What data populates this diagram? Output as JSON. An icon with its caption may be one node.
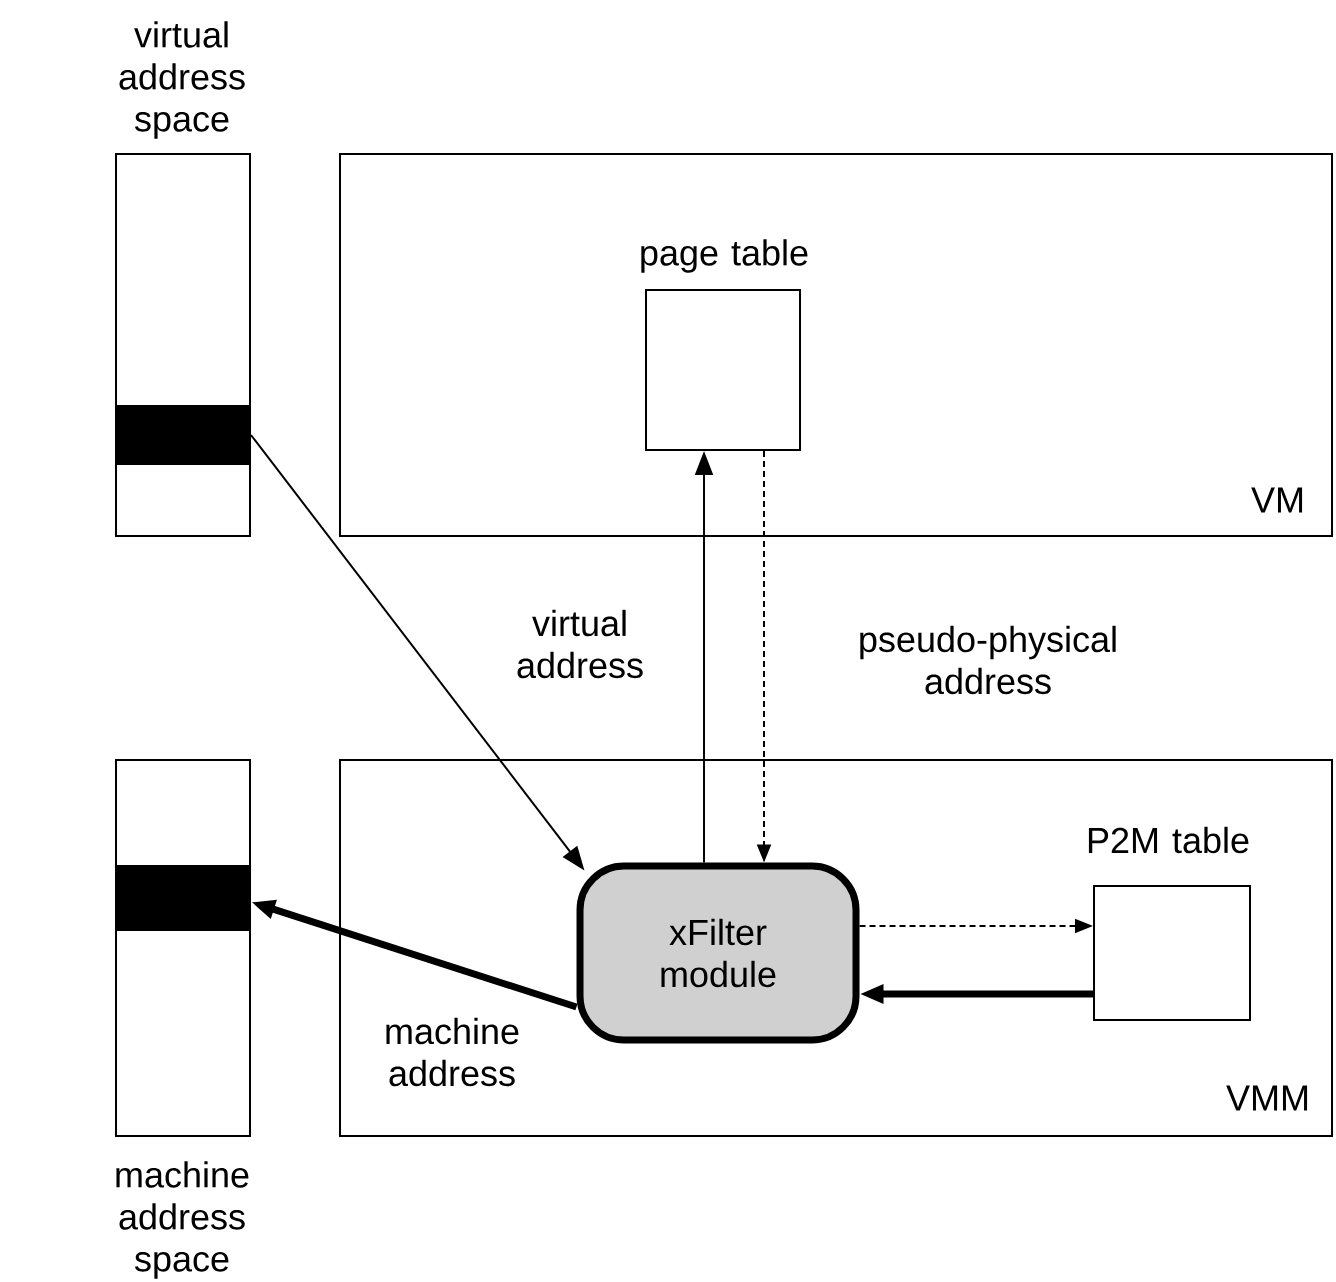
{
  "diagram": {
    "nodes": [
      {
        "text": [
          "virtual address space"
        ]
      },
      {
        "text": [],
        "shape": "bar",
        "in": 0
      },
      {
        "text": [
          "VM"
        ]
      },
      {
        "text": [
          "page table"
        ],
        "in": 2
      },
      {
        "text": [
          "VMM"
        ]
      },
      {
        "text": [
          "xFilter module"
        ],
        "in": 4
      },
      {
        "text": [
          "P2M table"
        ],
        "in": 4
      },
      {
        "text": [
          "machine address space"
        ]
      },
      {
        "text": [],
        "shape": "bar",
        "in": 7
      }
    ],
    "edges": [
      {
        "from": 1,
        "to": 5,
        "arrow": "to",
        "label": "virtual address"
      },
      {
        "from": 5,
        "to": 3,
        "arrow": "to"
      },
      {
        "from": 3,
        "to": 5,
        "arrow": "to",
        "style": "dashed",
        "label": "pseudo-physical address"
      },
      {
        "from": 5,
        "to": 6,
        "arrow": "to",
        "style": "dashed"
      },
      {
        "from": 6,
        "to": 5,
        "arrow": "to",
        "style": "thick"
      },
      {
        "from": 5,
        "to": 8,
        "arrow": "to",
        "style": "thick",
        "label": "machine address"
      }
    ]
  }
}
